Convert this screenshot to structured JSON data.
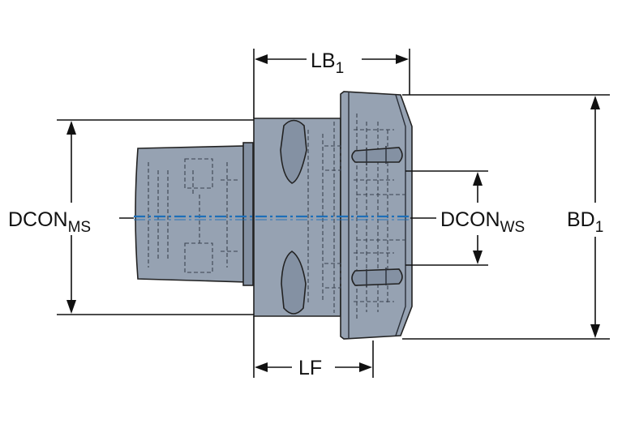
{
  "labels": {
    "lb1": {
      "main": "LB",
      "sub": "1"
    },
    "dcon_ms": {
      "main": "DCON",
      "sub": "MS"
    },
    "dcon_ws": {
      "main": "DCON",
      "sub": "WS"
    },
    "bd1": {
      "main": "BD",
      "sub": "1"
    },
    "lf": {
      "main": "LF",
      "sub": ""
    }
  },
  "colors": {
    "body": "#96a2b2",
    "outline": "#222222",
    "axis": "#1e6fb8"
  }
}
